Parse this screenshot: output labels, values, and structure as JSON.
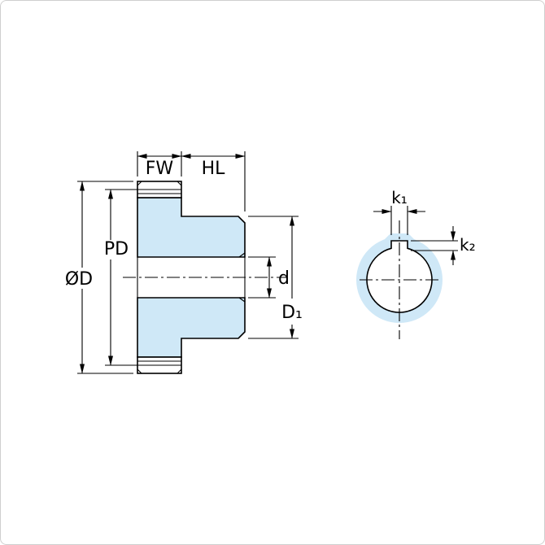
{
  "page": {
    "background": "#ffffff",
    "border_color": "#cfcfcf"
  },
  "diagram": {
    "kind": "gear-dimension-drawing",
    "fill_color": "#cfe8f7",
    "line_color": "#000000",
    "side_view": {
      "face_width_label": "FW",
      "hub_length_label": "HL",
      "outside_diameter_label": "ØD",
      "pitch_diameter_label": "PD",
      "bore_diameter_label": "d",
      "hub_diameter_label": "D₁"
    },
    "end_view": {
      "keyway_width_label": "k₁",
      "keyway_depth_label": "k₂"
    }
  }
}
